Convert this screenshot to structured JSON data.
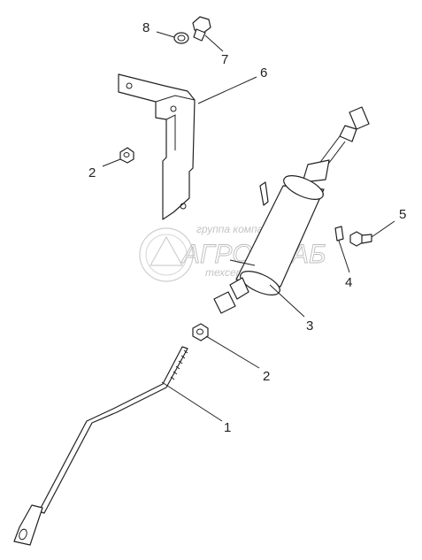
{
  "callouts": {
    "c1": "1",
    "c2a": "2",
    "c2b": "2",
    "c3": "3",
    "c4": "4",
    "c5": "5",
    "c6": "6",
    "c7": "7",
    "c8": "8"
  },
  "watermark": {
    "top": "группа компаний",
    "brand": "АГРОСНАБ",
    "bottom": "техсервис"
  },
  "colors": {
    "line": "#222222",
    "watermark": "#bdbdbd"
  }
}
